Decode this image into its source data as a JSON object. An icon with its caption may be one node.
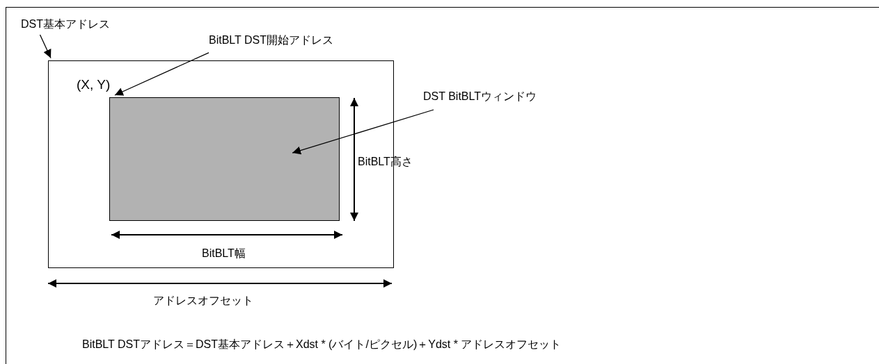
{
  "diagram": {
    "nodes": [
      {
        "text": [
          "DST基本アドレス"
        ]
      },
      {
        "text": [
          "BitBLT DST開始アドレス"
        ]
      },
      {
        "text": [],
        "shape": "box"
      },
      {
        "text": [],
        "shape": "box",
        "in": 2
      },
      {
        "text": [
          "DST BitBLTウィンドウ"
        ]
      }
    ],
    "edges": [
      {
        "from": 0,
        "to": 2,
        "arrow": "to"
      },
      {
        "from": 1,
        "to": 3,
        "arrow": "to"
      },
      {
        "from": 4,
        "to": 3,
        "arrow": "to"
      }
    ],
    "labels": [
      "(X, Y)",
      "BitBLT高さ",
      "BitBLT幅",
      "アドレスオフセット",
      "BitBLT DSTアドレス＝DST基本アドレス＋Xdst * (バイト/ピクセル)＋Ydst * アドレスオフセット"
    ]
  }
}
